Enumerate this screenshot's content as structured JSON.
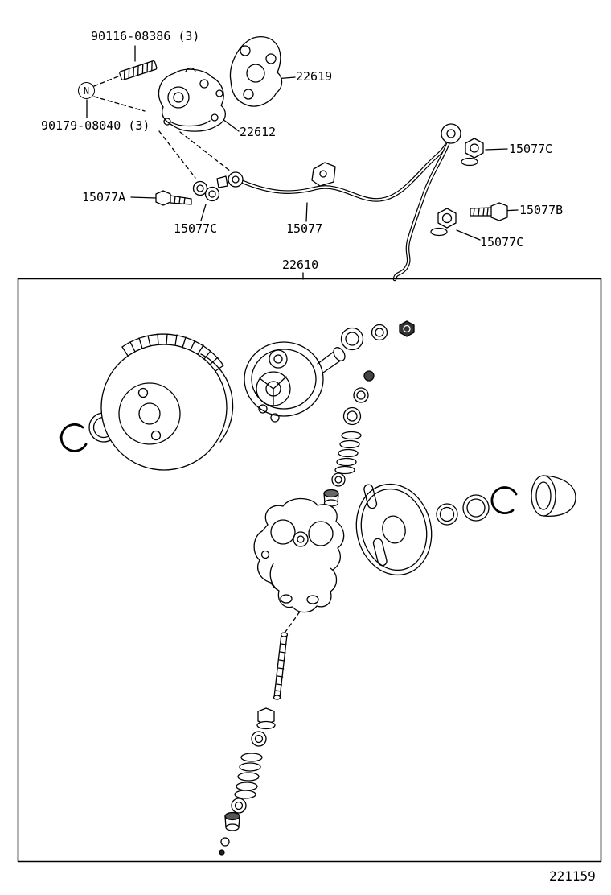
{
  "page": {
    "background": "#ffffff",
    "line_color": "#000000"
  },
  "labels": {
    "stud_bolt": "90116-08386 (3)",
    "lock_nut": "90179-08040 (3)",
    "gasket": "22619",
    "pump_cover": "22612",
    "union_top": "15077C",
    "bolt_a": "15077A",
    "clamp_left": "15077C",
    "pipe": "15077",
    "bolt_b": "15077B",
    "nut_right": "15077C",
    "pump_assembly": "22610"
  },
  "symbols": {
    "nut_marker": "N"
  },
  "figure_number": "221159"
}
